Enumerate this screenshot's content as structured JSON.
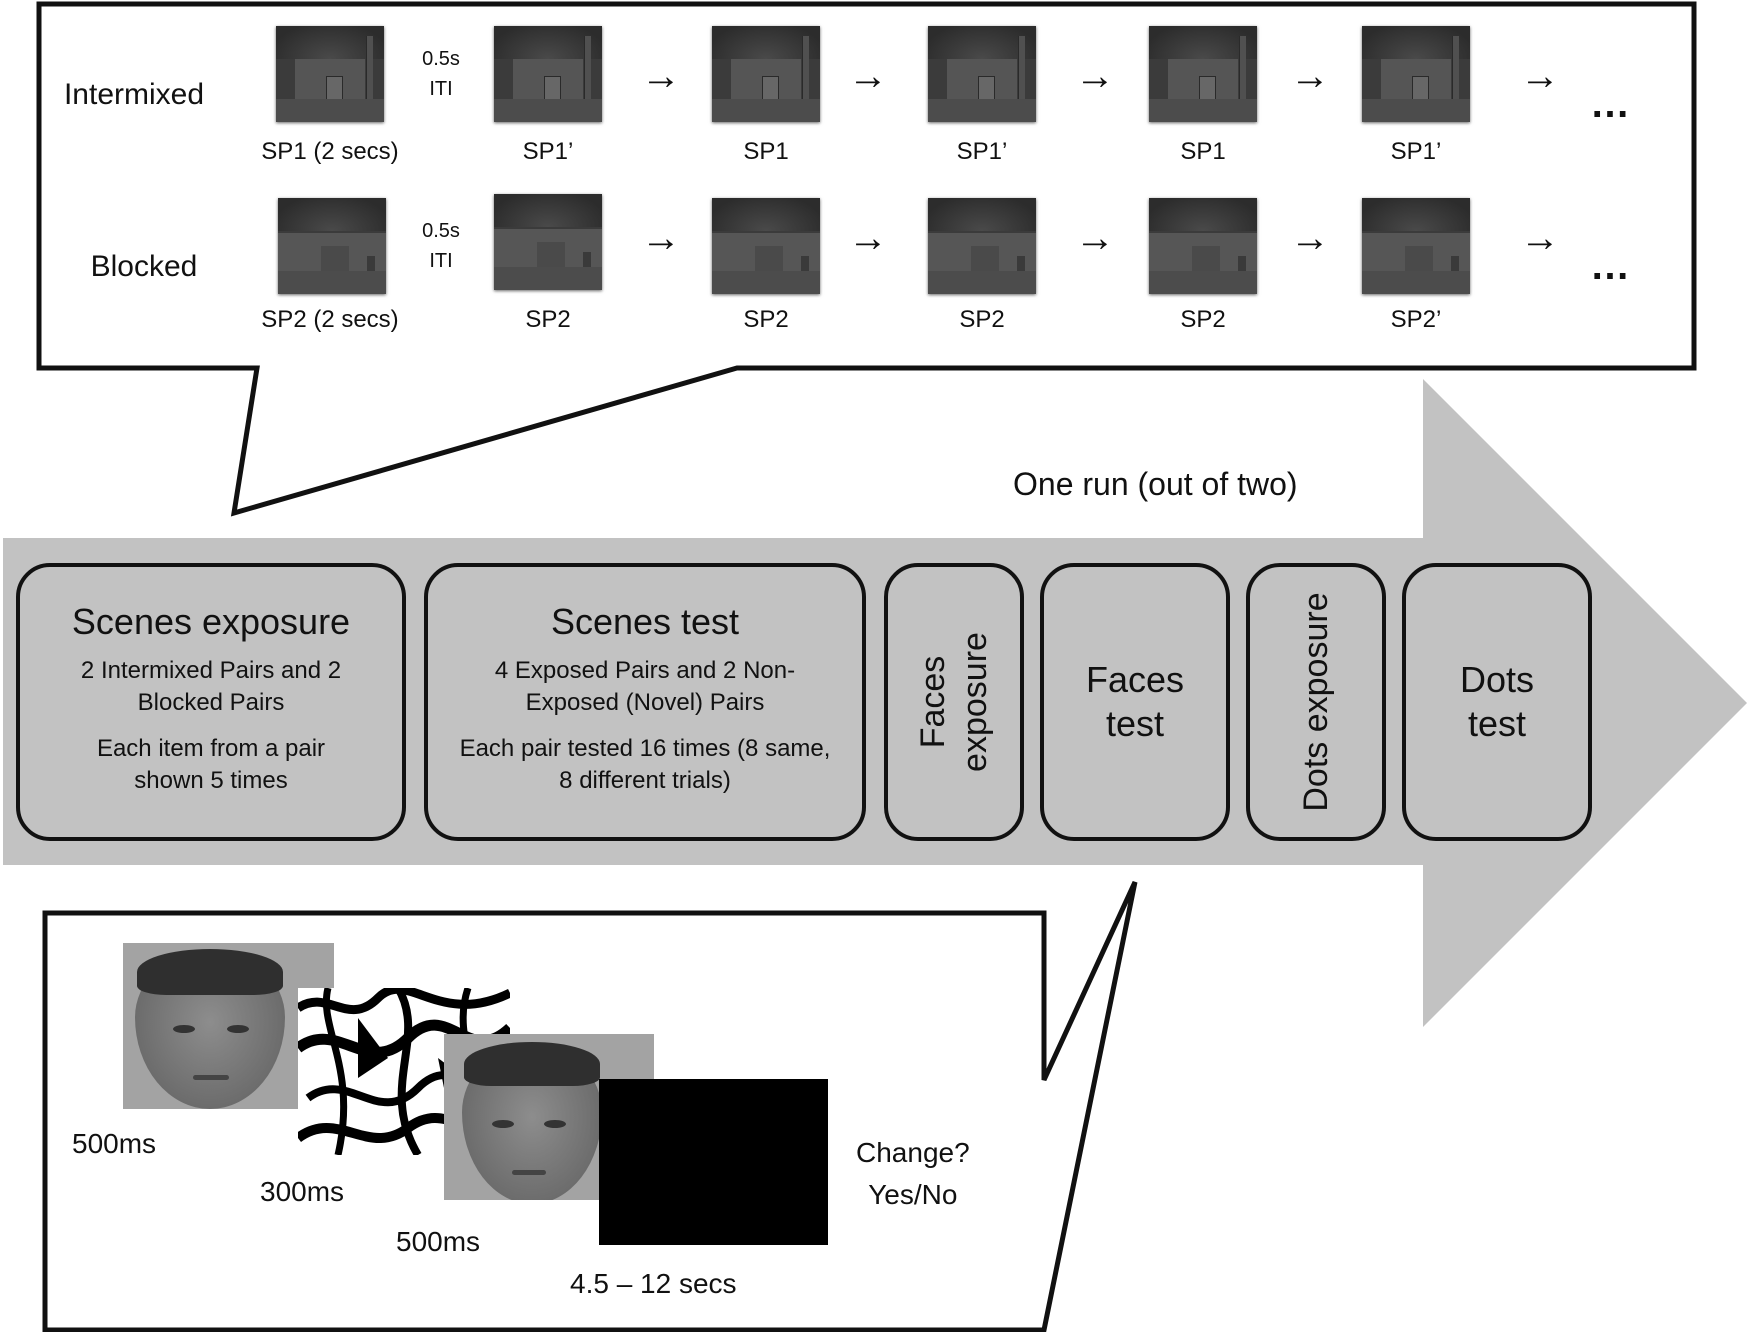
{
  "top_panel": {
    "rows": [
      {
        "label": "Intermixed",
        "first_caption": "SP1 (2 secs)",
        "iti_line1": "0.5s",
        "iti_line2": "ITI",
        "captions": [
          "SP1’",
          "SP1",
          "SP1’",
          "SP1",
          "SP1’"
        ],
        "ellipsis": "…"
      },
      {
        "label": "Blocked",
        "first_caption": "SP2 (2 secs)",
        "iti_line1": "0.5s",
        "iti_line2": "ITI",
        "captions": [
          "SP2",
          "SP2",
          "SP2",
          "SP2",
          "SP2’"
        ],
        "ellipsis": "…"
      }
    ],
    "arrow_glyph": "→"
  },
  "run": {
    "label": "One run (out of two)",
    "stages": [
      {
        "title": "Scenes exposure",
        "desc": "2 Intermixed Pairs and 2 Blocked Pairs",
        "desc2": "Each item from a pair shown 5 times"
      },
      {
        "title": "Scenes test",
        "desc": "4 Exposed Pairs and 2 Non-Exposed (Novel) Pairs",
        "desc2": "Each pair tested 16 times (8 same, 8 different trials)"
      },
      {
        "title": "Faces exposure",
        "orientation": "vertical"
      },
      {
        "title": "Faces test"
      },
      {
        "title": "Dots exposure",
        "orientation": "vertical"
      },
      {
        "title": "Dots test"
      }
    ]
  },
  "bottom_panel": {
    "frames": [
      {
        "kind": "face",
        "duration": "500ms"
      },
      {
        "kind": "mask",
        "duration": "300ms"
      },
      {
        "kind": "face",
        "duration": "500ms"
      },
      {
        "kind": "blank",
        "duration": "4.5 – 12 secs"
      }
    ],
    "response_line1": "Change?",
    "response_line2": "Yes/No"
  },
  "colors": {
    "arrow_fill": "#c2c2c2",
    "stroke": "#111111",
    "face_bg": "#a3a3a3",
    "blank": "#000000"
  }
}
